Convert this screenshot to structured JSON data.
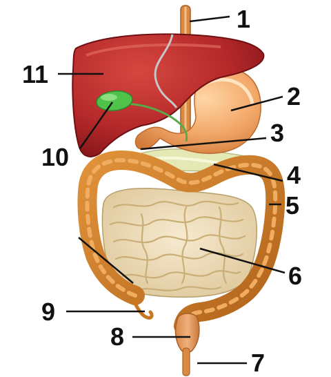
{
  "labels": [
    {
      "id": "1",
      "text": "1"
    },
    {
      "id": "2",
      "text": "2"
    },
    {
      "id": "3",
      "text": "3"
    },
    {
      "id": "4",
      "text": "4"
    },
    {
      "id": "5",
      "text": "5"
    },
    {
      "id": "6",
      "text": "6"
    },
    {
      "id": "7",
      "text": "7"
    },
    {
      "id": "8",
      "text": "8"
    },
    {
      "id": "9",
      "text": "9"
    },
    {
      "id": "10",
      "text": "10"
    },
    {
      "id": "11",
      "text": "11"
    }
  ],
  "colors": {
    "liver": "#b4282a",
    "gallbladder": "#4fc24a",
    "stomach": "#f2a869",
    "pancreas": "#e4e8b4",
    "colon": "#c8761f",
    "small_intestine": "#efdcb2",
    "esophagus": "#d98a45",
    "text": "#111111"
  }
}
